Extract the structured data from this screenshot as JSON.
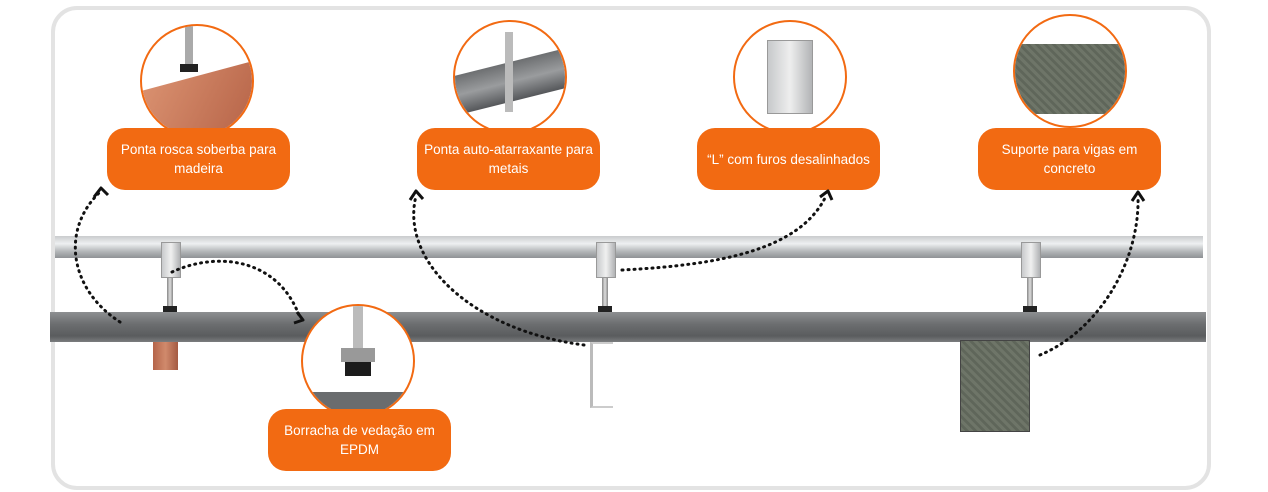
{
  "labels": {
    "wood": "Ponta rosca soberba para madeira",
    "metal": "Ponta auto-atarraxante para metais",
    "l_bracket": "“L” com furos desalinhados",
    "concrete": "Suporte para vigas em concreto",
    "epdm": "Borracha de vedação em EPDM"
  },
  "colors": {
    "accent": "#f26a12"
  }
}
